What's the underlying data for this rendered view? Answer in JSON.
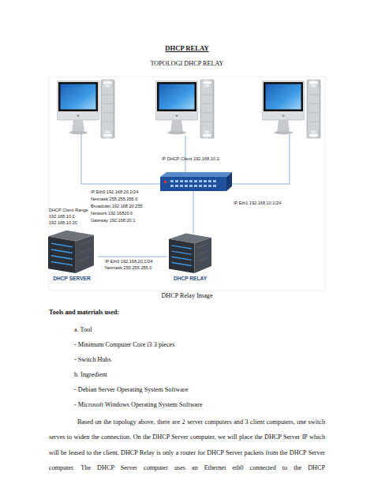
{
  "diagram": {
    "title": "DHCP RELAY",
    "caption": "DHCP Relay Image",
    "nodes": [
      {
        "text": [
          "DHCP SERVER"
        ]
      },
      {
        "text": [
          "DHCP RELAY"
        ]
      }
    ],
    "edges": [
      {
        "from": 0,
        "to": 1,
        "arrow": "none"
      }
    ],
    "labels": [
      "TOPOLOGI DHCP RELAY",
      "IP DHCP Client 192.168.10.2-",
      "IP Eth0 192.168.20.2/24",
      "Netmask 255.255.255.0",
      "Broadcast 192.168.20.255",
      "Network 192.16820.0",
      "Gateway 192.168.20.1",
      "IP Eth1 192.168.10.1/24",
      "DHCP Client Range",
      "192.168.10.2-",
      "192.168.10.20",
      "IP Eth0 192.168.20.1/24",
      "Netmask 255.255.255.0",
      "Tools and materials used:",
      "a. Tool",
      "- Minimum Computer Core i3 3 pieces",
      "- Switch Hubs",
      "b. Ingredient",
      "- Debian Server Operating System Software",
      "- Microsoft Windows Operating System Software",
      "Based on the topology above, there are 2 server computers and 3 client computers, one switch serves to widen the connection. On the DHCP Server computer, we will place the DHCP Server IP which will be leased to the client, DHCP Relay is only a router for DHCP Server packets from the DHCP Server computer. The DHCP Server computer uses an Ethernet eth0 connected to the DHCP"
    ]
  }
}
